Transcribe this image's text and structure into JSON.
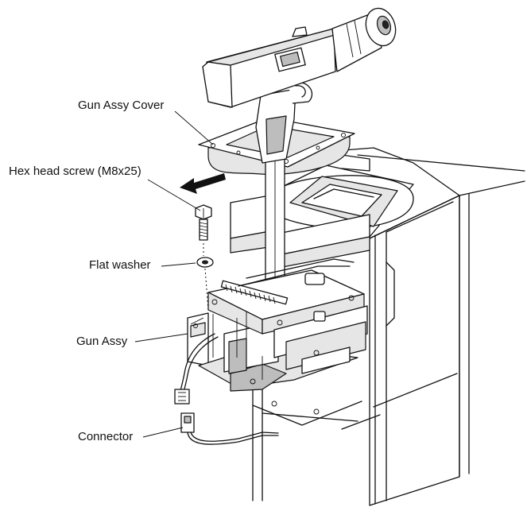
{
  "diagram": {
    "labels": {
      "gun_assy_cover": "Gun Assy Cover",
      "hex_head_screw": "Hex head screw (M8x25)",
      "flat_washer": "Flat washer",
      "gun_assy": "Gun Assy",
      "connector": "Connector"
    }
  }
}
